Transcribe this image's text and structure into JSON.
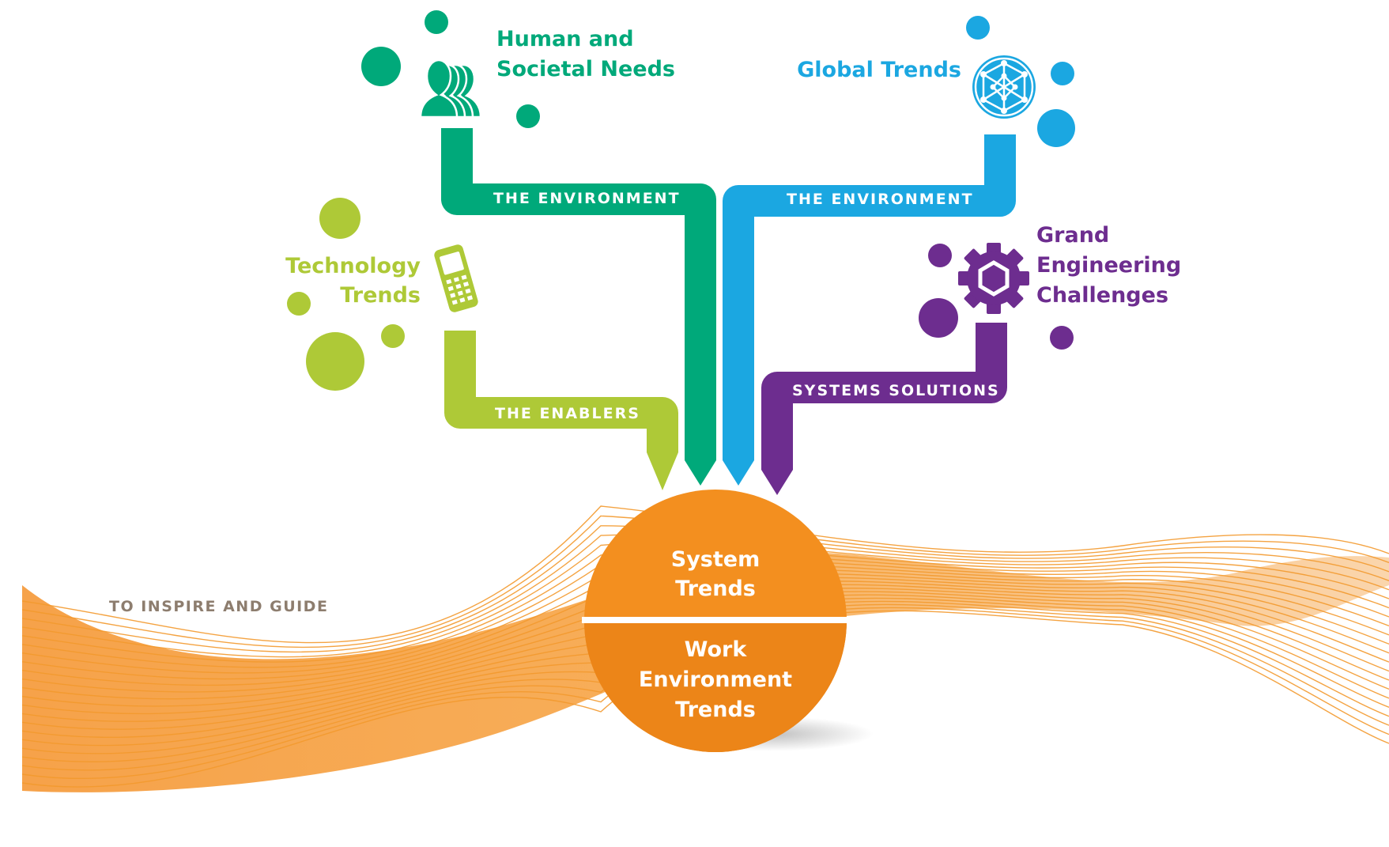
{
  "colors": {
    "green": "#00a97a",
    "blue": "#1ba7e1",
    "lime": "#aec937",
    "purple": "#6d2d8f",
    "orange": "#f38f1f",
    "orange_dark": "#e07b12",
    "tagline": "#8d7d6e"
  },
  "icons": {
    "human": "people-icon",
    "global": "globe-network-icon",
    "technology": "mobile-phone-icon",
    "engineering": "gear-icon"
  },
  "nodes": {
    "human": {
      "line1": "Human and",
      "line2": "Societal Needs",
      "band": "THE ENVIRONMENT"
    },
    "global": {
      "line1": "Global Trends",
      "band": "THE ENVIRONMENT"
    },
    "technology": {
      "line1": "Technology",
      "line2": "Trends",
      "band": "THE ENABLERS"
    },
    "engineering": {
      "line1": "Grand",
      "line2": "Engineering",
      "line3": "Challenges",
      "band": "SYSTEMS SOLUTIONS"
    }
  },
  "hub": {
    "top_line1": "System",
    "top_line2": "Trends",
    "bottom_line1": "Work",
    "bottom_line2": "Environment",
    "bottom_line3": "Trends"
  },
  "tagline": "TO INSPIRE AND GUIDE"
}
